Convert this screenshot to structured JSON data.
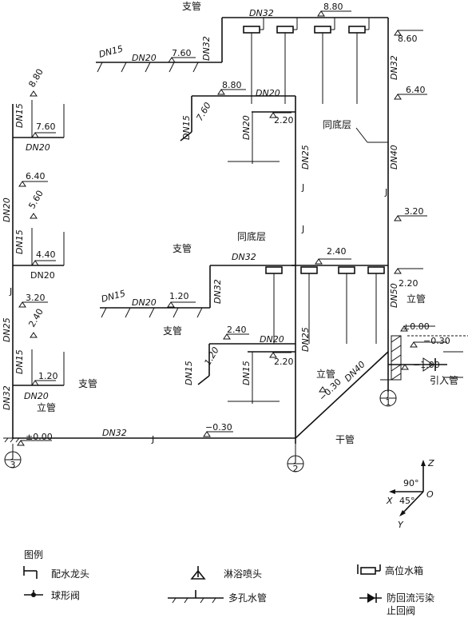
{
  "labels": {
    "zhiguan": "支管",
    "liguan": "立管",
    "ganguan": "干管",
    "tongdiceng": "同底层",
    "yinruguan": "引入管",
    "J": "J"
  },
  "pipes": {
    "dn15": "DN15",
    "dn20": "DN20",
    "dn25": "DN25",
    "dn32": "DN32",
    "dn40": "DN40",
    "dn50": "DN50"
  },
  "elevations": {
    "e880": "8.80",
    "e860": "8.60",
    "e760": "7.60",
    "e640": "6.40",
    "e560": "5.60",
    "e440": "4.40",
    "e320": "3.20",
    "e240": "2.40",
    "e220": "2.20",
    "e120": "1.20",
    "e000": "±0.00",
    "em030": "−0.30",
    "em100": "−1.00"
  },
  "risers": {
    "j1_top": "J",
    "j1_bot": "1",
    "j2_top": "J",
    "j2_bot": "2",
    "j3_top": "J",
    "j3_bot": "3"
  },
  "axes": {
    "z": "Z",
    "x": "X",
    "y": "Y",
    "o": "O",
    "a90": "90°",
    "a45": "45°"
  },
  "legend": {
    "title": "图例",
    "faucet": "配水龙头",
    "shower": "淋浴喷头",
    "tank": "高位水箱",
    "globe_valve": "球形阀",
    "multi_pipe": "多孔水管",
    "backflow_1": "防回流污染",
    "backflow_2": "止回阀"
  }
}
